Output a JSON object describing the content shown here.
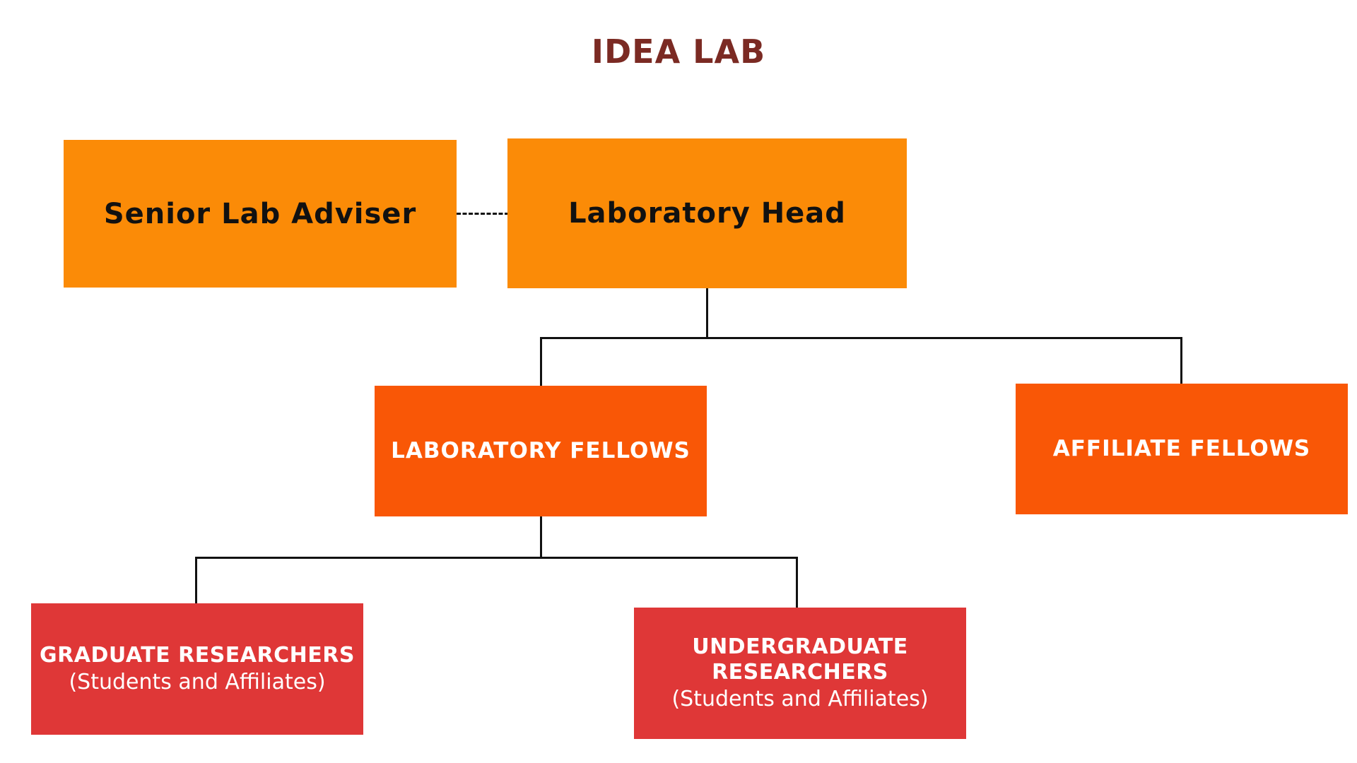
{
  "title": "IDEA LAB",
  "colors": {
    "title": "#7b2a23",
    "level1_fill": "#fb8b07",
    "level2_fill": "#f95706",
    "level3_fill": "#df3737",
    "connector": "#111111"
  },
  "nodes": {
    "senior_adviser": {
      "label": "Senior Lab Adviser"
    },
    "lab_head": {
      "label": "Laboratory Head"
    },
    "lab_fellows": {
      "label": "LABORATORY FELLOWS"
    },
    "affiliate_fellows": {
      "label": "AFFILIATE FELLOWS"
    },
    "grad_researchers": {
      "label": "GRADUATE RESEARCHERS",
      "sublabel": "(Students and Affiliates)"
    },
    "undergrad_researchers": {
      "label": "UNDERGRADUATE\nRESEARCHERS",
      "sublabel": "(Students and Affiliates)"
    }
  },
  "edges": [
    {
      "from": "senior_adviser",
      "to": "lab_head",
      "style": "dashed"
    },
    {
      "from": "lab_head",
      "to": "lab_fellows",
      "style": "solid"
    },
    {
      "from": "lab_head",
      "to": "affiliate_fellows",
      "style": "solid"
    },
    {
      "from": "lab_fellows",
      "to": "grad_researchers",
      "style": "solid"
    },
    {
      "from": "lab_fellows",
      "to": "undergrad_researchers",
      "style": "solid"
    }
  ]
}
